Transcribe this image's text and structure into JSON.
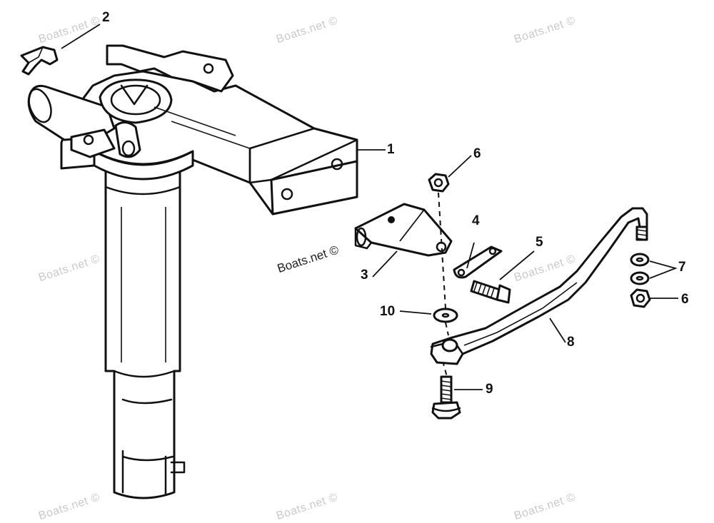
{
  "watermark": "Boats.net ©",
  "callouts": {
    "c1": "1",
    "c2": "2",
    "c3": "3",
    "c4": "4",
    "c5": "5",
    "c6a": "6",
    "c6b": "6",
    "c7": "7",
    "c8": "8",
    "c9": "9",
    "c10": "10"
  }
}
